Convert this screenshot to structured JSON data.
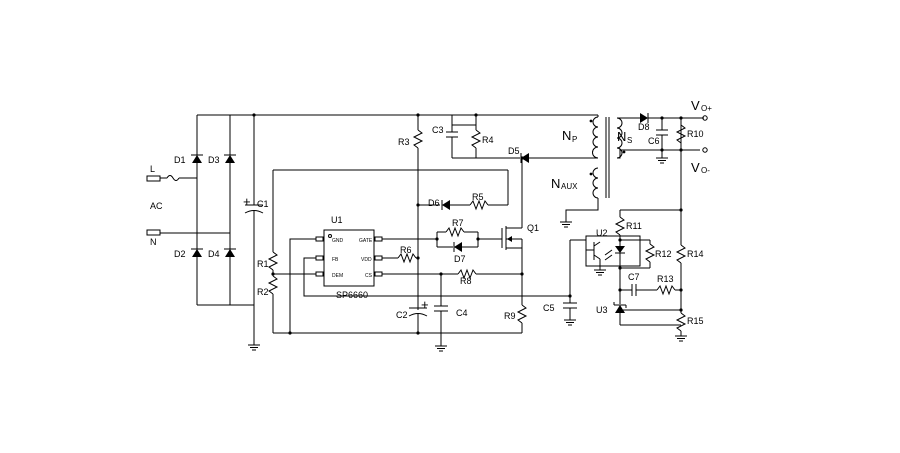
{
  "labels": {
    "L": "L",
    "AC": "AC",
    "N": "N",
    "D1": "D1",
    "D2": "D2",
    "D3": "D3",
    "D4": "D4",
    "D5": "D5",
    "D6": "D6",
    "D7": "D7",
    "D8": "D8",
    "C1": "C1",
    "C2": "C2",
    "C3": "C3",
    "C4": "C4",
    "C5": "C5",
    "C6": "C6",
    "C7": "C7",
    "R1": "R1",
    "R2": "R2",
    "R3": "R3",
    "R4": "R4",
    "R5": "R5",
    "R6": "R6",
    "R7": "R7",
    "R8": "R8",
    "R9": "R9",
    "R10": "R10",
    "R11": "R11",
    "R12": "R12",
    "R13": "R13",
    "R14": "R14",
    "R15": "R15",
    "U1": "U1",
    "U2": "U2",
    "U3": "U3",
    "Q1": "Q1",
    "chip": "SP6660",
    "NP_main": "N",
    "NP_sub": "P",
    "NS_main": "N",
    "NS_sub": "S",
    "NAUX_main": "N",
    "NAUX_sub": "AUX",
    "VOP_main": "V",
    "VOP_sub": "O+",
    "VON_main": "V",
    "VON_sub": "O-"
  },
  "pins": {
    "gnd": "GND",
    "fb": "FB",
    "dem": "DEM",
    "gate": "GATE",
    "vdd": "VDD",
    "cs": "CS"
  }
}
